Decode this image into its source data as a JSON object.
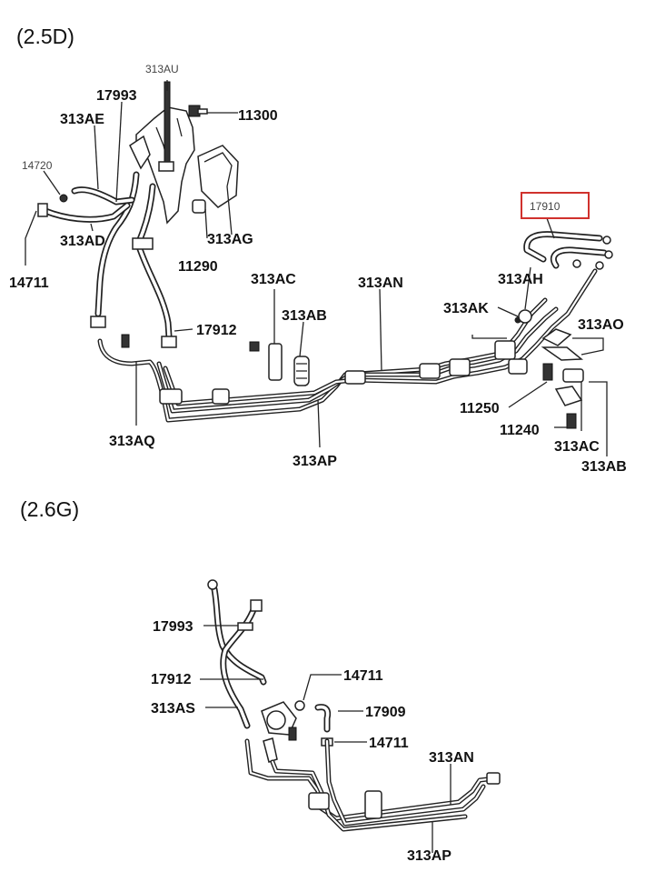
{
  "sections": {
    "diesel": "(2.5D)",
    "gasoline": "(2.6G)"
  },
  "highlight_color": "#d0312d",
  "top_labels": {
    "l313AU": "313AU",
    "l11300": "11300",
    "l17993": "17993",
    "l313AE": "313AE",
    "l14720": "14720",
    "l313AD": "313AD",
    "l14711": "14711",
    "l11290": "11290",
    "l313AG": "313AG",
    "l17910": "17910",
    "l313AH": "313AH",
    "l313AC_a": "313AC",
    "l313AN": "313AN",
    "l313AB_a": "313AB",
    "l313AK": "313AK",
    "l313AO": "313AO",
    "l17912": "17912",
    "l11250": "11250",
    "l11240": "11240",
    "l313AC_b": "313AC",
    "l313AB_b": "313AB",
    "l313AQ": "313AQ",
    "l313AP": "313AP"
  },
  "bottom_labels": {
    "l17993": "17993",
    "l17912": "17912",
    "l14711_a": "14711",
    "l313AS": "313AS",
    "l17909": "17909",
    "l14711_b": "14711",
    "l313AN": "313AN",
    "l313AP": "313AP"
  }
}
